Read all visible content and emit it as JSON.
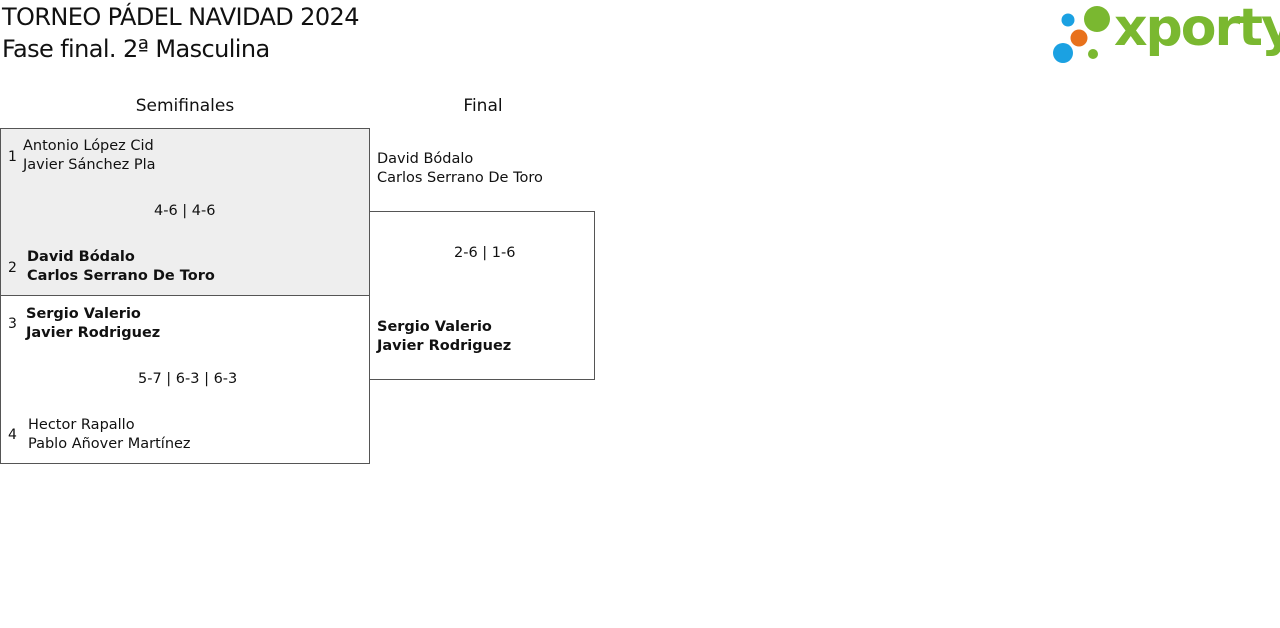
{
  "header": {
    "title": "TORNEO PÁDEL NAVIDAD 2024",
    "subtitle": "Fase final. 2ª Masculina"
  },
  "logo": {
    "text": "xporty",
    "colors": {
      "green": "#7ab830",
      "blue": "#1ba1e2",
      "orange": "#e8711c"
    }
  },
  "rounds": {
    "semis_label": "Semifinales",
    "final_label": "Final"
  },
  "semifinal_1": {
    "seed_a": "1",
    "pair_a": [
      "Antonio López Cid",
      "Javier Sánchez Pla"
    ],
    "score": "4-6 | 4-6",
    "seed_b": "2",
    "pair_b": [
      "David Bódalo",
      "Carlos Serrano De Toro"
    ]
  },
  "semifinal_2": {
    "seed_a": "3",
    "pair_a": [
      "Sergio Valerio",
      "Javier Rodriguez"
    ],
    "score": "5-7 | 6-3 | 6-3",
    "seed_b": "4",
    "pair_b": [
      "Hector Rapallo",
      "Pablo Añover Martínez"
    ]
  },
  "final": {
    "pair_a": [
      "David Bódalo",
      "Carlos Serrano De Toro"
    ],
    "score": "2-6 | 1-6",
    "pair_b": [
      "Sergio Valerio",
      "Javier Rodriguez"
    ]
  },
  "colors": {
    "shaded_box": "#eeeeee",
    "border": "#555555",
    "text": "#111111"
  }
}
